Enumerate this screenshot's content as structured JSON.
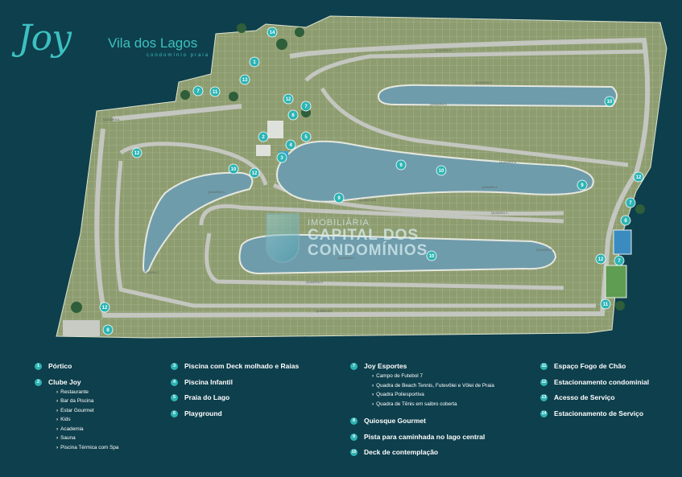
{
  "logo": {
    "brand": "Joy",
    "name": "Vila dos Lagos",
    "subtitle": "condomínio praia"
  },
  "watermark": {
    "line1": "IMOBILIÁRIA",
    "line2": "CAPITAL DOS",
    "line3": "CONDOMÍNIOS"
  },
  "colors": {
    "background": "#0e3f4c",
    "land": "#8a9a6e",
    "road": "#bdbfba",
    "water": "#6d99a8",
    "marker": "#2db4b4"
  },
  "streets": [
    "QUADRA A",
    "QUADRA B",
    "QUADRA C",
    "QUADRA D",
    "QUADRA E",
    "QUADRA F",
    "QUADRA G",
    "QUADRA H",
    "QUADRA J",
    "QUADRA L",
    "QUADRA M",
    "QUADRA N",
    "QUADRA O",
    "QUADRA P"
  ],
  "map_markers": [
    "1",
    "2",
    "3",
    "4",
    "5",
    "6",
    "7",
    "7",
    "7",
    "7",
    "8",
    "8",
    "9",
    "9",
    "9",
    "10",
    "10",
    "10",
    "10",
    "11",
    "11",
    "12",
    "12",
    "12",
    "12",
    "12",
    "12",
    "13",
    "14"
  ],
  "legend": {
    "col1": [
      {
        "num": "1",
        "label": "Pórtico",
        "sub": []
      },
      {
        "num": "2",
        "label": "Clube Joy",
        "sub": [
          "Restaurante",
          "Bar da Piscina",
          "Estar Gourmet",
          "Kids",
          "Academia",
          "Sauna",
          "Piscina Térmica com Spa"
        ]
      }
    ],
    "col2": [
      {
        "num": "3",
        "label": "Piscina com Deck molhado e Raias",
        "sub": []
      },
      {
        "num": "4",
        "label": "Piscina Infantil",
        "sub": []
      },
      {
        "num": "5",
        "label": "Praia do Lago",
        "sub": []
      },
      {
        "num": "6",
        "label": "Playground",
        "sub": []
      }
    ],
    "col3": [
      {
        "num": "7",
        "label": "Joy Esportes",
        "sub": [
          "Campo de Futebol 7",
          "Quadra de Beach Tennis, Futevôlei e Vôlei de Praia",
          "Quadra Poliesportiva",
          "Quadra de Tênis em saibro coberta"
        ]
      },
      {
        "num": "8",
        "label": "Quiosque Gourmet",
        "sub": []
      },
      {
        "num": "9",
        "label": "Pista para caminhada no lago central",
        "sub": []
      },
      {
        "num": "10",
        "label": "Deck de contemplação",
        "sub": []
      }
    ],
    "col4": [
      {
        "num": "11",
        "label": "Espaço Fogo de Chão",
        "sub": []
      },
      {
        "num": "12",
        "label": "Estacionamento condominial",
        "sub": []
      },
      {
        "num": "13",
        "label": "Acesso de Serviço",
        "sub": []
      },
      {
        "num": "14",
        "label": "Estacionamento de Serviço",
        "sub": []
      }
    ]
  }
}
